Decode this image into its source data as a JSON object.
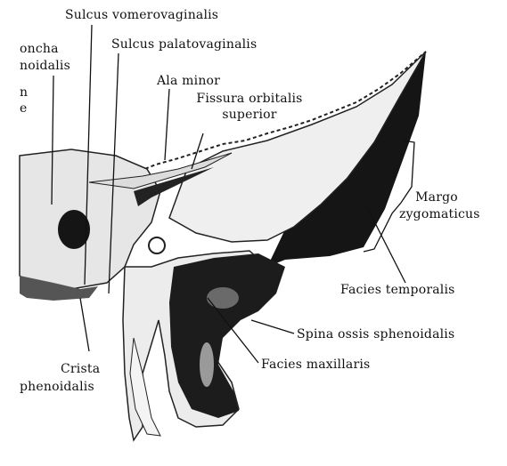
{
  "labels": {
    "sulcus_vomerovaginalis": "Sulcus vomerovaginalis",
    "concha_line1": "oncha",
    "concha_line2": "noidalis",
    "sulcus_palatovaginalis": "Sulcus palatovaginalis",
    "left_fragment_1": "n",
    "left_fragment_2": "e",
    "ala_minor": "Ala minor",
    "fissura_line1": "Fissura orbitalis",
    "fissura_line2": "superior",
    "margo_line1": "Margo",
    "margo_line2": "zygomaticus",
    "facies_temporalis": "Facies temporalis",
    "spina": "Spina ossis sphenoidalis",
    "facies_maxillaris": "Facies maxillaris",
    "crista_line1": "Crista",
    "crista_line2": "phenoidalis"
  },
  "colors": {
    "bone_light": "#efefef",
    "bone_shade": "#cfcfcf",
    "bone_dark": "#151515",
    "line": "#111111"
  }
}
